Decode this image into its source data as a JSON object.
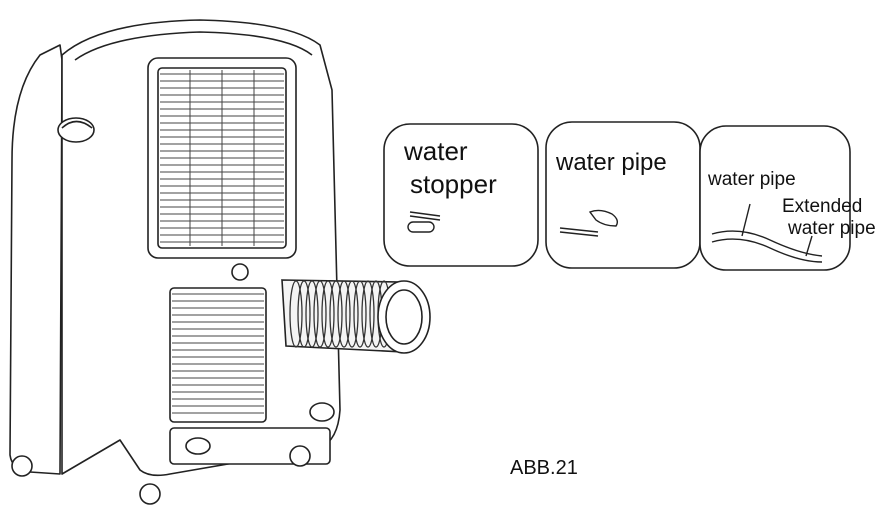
{
  "panels": {
    "stopper": {
      "line1": "water",
      "line2": "stopper"
    },
    "pipe": {
      "label": "water pipe"
    },
    "extended": {
      "pipe_label": "water pipe",
      "ext_line1": "Extended",
      "ext_line2": "water pipe"
    }
  },
  "figure_label": "ABB.21"
}
